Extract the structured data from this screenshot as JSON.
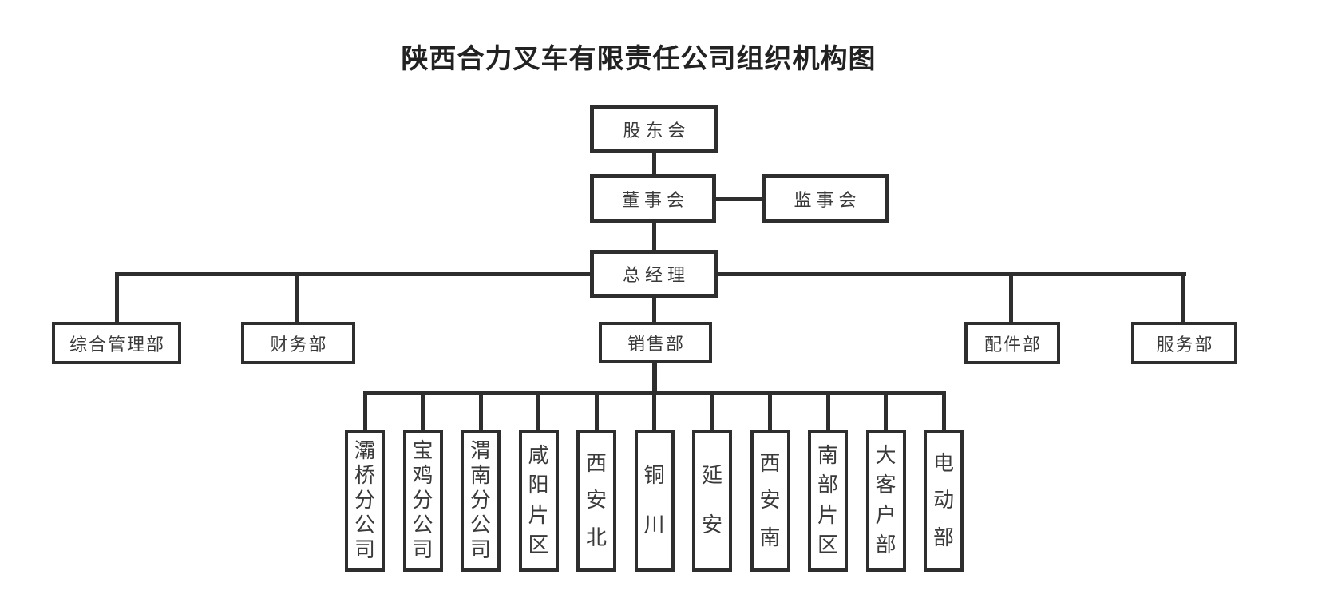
{
  "title": "陕西合力叉车有限责任公司组织机构图",
  "org": {
    "shareholders_label": "股东会",
    "board_label": "董事会",
    "supervisory_label": "监事会",
    "general_manager_label": "总经理",
    "departments": [
      {
        "label": "综合管理部"
      },
      {
        "label": "财务部"
      },
      {
        "label": "销售部"
      },
      {
        "label": "配件部"
      },
      {
        "label": "服务部"
      }
    ],
    "sales_branches": [
      {
        "label": "灞桥分公司"
      },
      {
        "label": "宝鸡分公司"
      },
      {
        "label": "渭南分公司"
      },
      {
        "label": "咸阳片区"
      },
      {
        "label": "西安北"
      },
      {
        "label": "铜川"
      },
      {
        "label": "延安"
      },
      {
        "label": "西安南"
      },
      {
        "label": "南部片区"
      },
      {
        "label": "大客户部"
      },
      {
        "label": "电动部"
      }
    ]
  },
  "colors": {
    "line": "#2e2e2e",
    "text": "#3a3a3a",
    "title": "#222222",
    "background": "#ffffff"
  }
}
